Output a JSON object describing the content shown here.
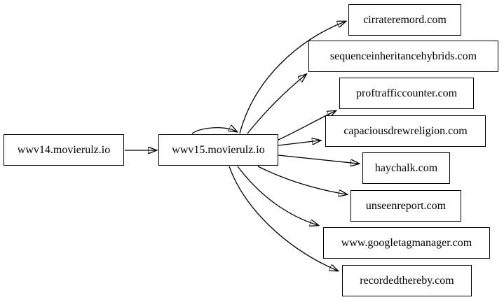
{
  "diagram": {
    "type": "directed-graph",
    "background_color": "#ffffff",
    "node_fill_color": "#ffffff",
    "node_border_color": "#000000",
    "edge_color": "#000000",
    "nodes": [
      {
        "id": "wwv14-movierulz-io",
        "label": "wwv14.movierulz.io"
      },
      {
        "id": "wwv15-movierulz-io",
        "label": "wwv15.movierulz.io"
      },
      {
        "id": "cirrateremord-com",
        "label": "cirrateremord.com"
      },
      {
        "id": "sequenceinheritancehybrids-com",
        "label": "sequenceinheritancehybrids.com"
      },
      {
        "id": "proftrafficcounter-com",
        "label": "proftrafficcounter.com"
      },
      {
        "id": "capaciousdrewreligion-com",
        "label": "capaciousdrewreligion.com"
      },
      {
        "id": "haychalk-com",
        "label": "haychalk.com"
      },
      {
        "id": "unseenreport-com",
        "label": "unseenreport.com"
      },
      {
        "id": "www-googletagmanager-com",
        "label": "www.googletagmanager.com"
      },
      {
        "id": "recordedthereby-com",
        "label": "recordedthereby.com"
      }
    ],
    "edges": [
      {
        "from": "wwv14.movierulz.io",
        "to": "wwv15.movierulz.io"
      },
      {
        "from": "wwv15.movierulz.io",
        "to": "wwv15.movierulz.io"
      },
      {
        "from": "wwv15.movierulz.io",
        "to": "cirrateremord.com"
      },
      {
        "from": "wwv15.movierulz.io",
        "to": "sequenceinheritancehybrids.com"
      },
      {
        "from": "wwv15.movierulz.io",
        "to": "proftrafficcounter.com"
      },
      {
        "from": "wwv15.movierulz.io",
        "to": "capaciousdrewreligion.com"
      },
      {
        "from": "wwv15.movierulz.io",
        "to": "haychalk.com"
      },
      {
        "from": "wwv15.movierulz.io",
        "to": "unseenreport.com"
      },
      {
        "from": "wwv15.movierulz.io",
        "to": "www.googletagmanager.com"
      },
      {
        "from": "wwv15.movierulz.io",
        "to": "recordedthereby.com"
      }
    ]
  }
}
